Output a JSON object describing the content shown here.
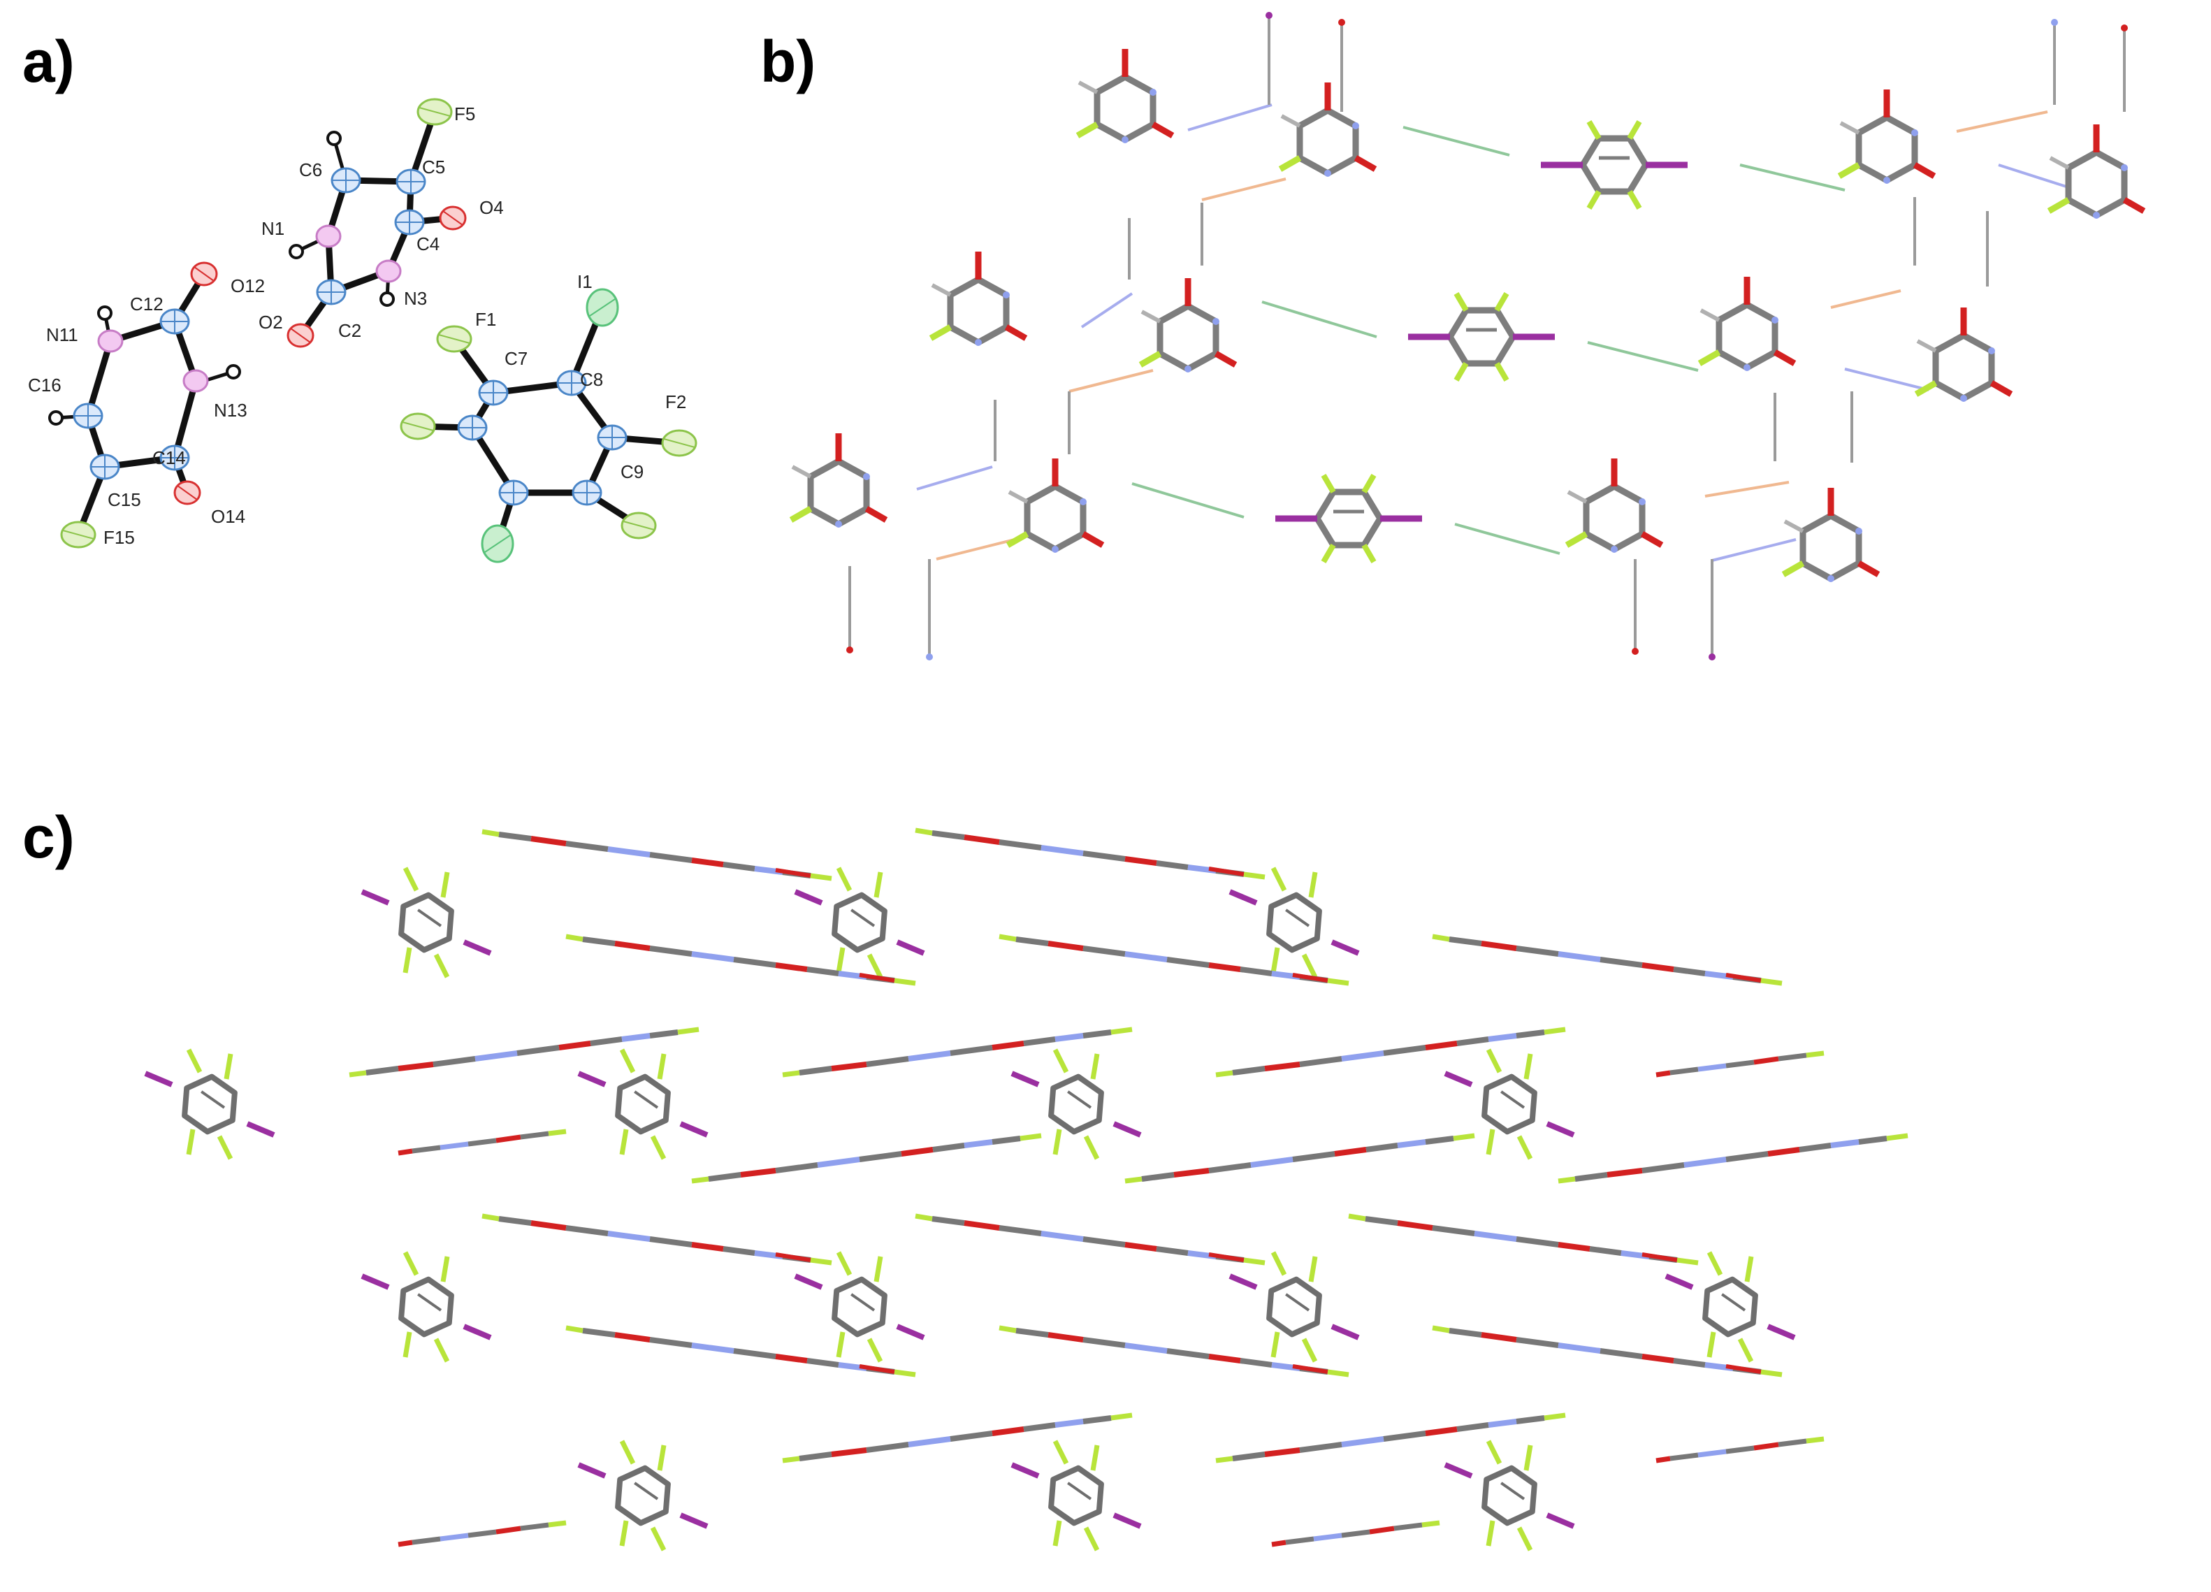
{
  "panels": {
    "a": "a)",
    "b": "b)",
    "c": "c)"
  },
  "atom_labels": {
    "F5": "F5",
    "C6": "C6",
    "C5": "C5",
    "N1": "N1",
    "O4": "O4",
    "C4": "C4",
    "O12": "O12",
    "C12": "C12",
    "O2": "O2",
    "C2": "C2",
    "N3": "N3",
    "I1": "I1",
    "N11": "N11",
    "F1": "F1",
    "C7": "C7",
    "C8": "C8",
    "C16": "C16",
    "N13": "N13",
    "F2": "F2",
    "C14": "C14",
    "C9": "C9",
    "C15": "C15",
    "O14": "O14",
    "F15": "F15"
  },
  "colors": {
    "carbon": "#808080",
    "carbon_ellipsoid": "#6fa8dc",
    "nitrogen": "#8fa0ee",
    "nitrogen_ellipsoid": "#e79be7",
    "oxygen": "#d32020",
    "fluorine": "#b8e43a",
    "iodine": "#9a2fa0",
    "bond": "#111111",
    "halogen_contact": "#8fc79a",
    "hbond_nn": "#a6acee",
    "hbond_no": "#f0b890",
    "hbond_vertical": "#999999"
  }
}
